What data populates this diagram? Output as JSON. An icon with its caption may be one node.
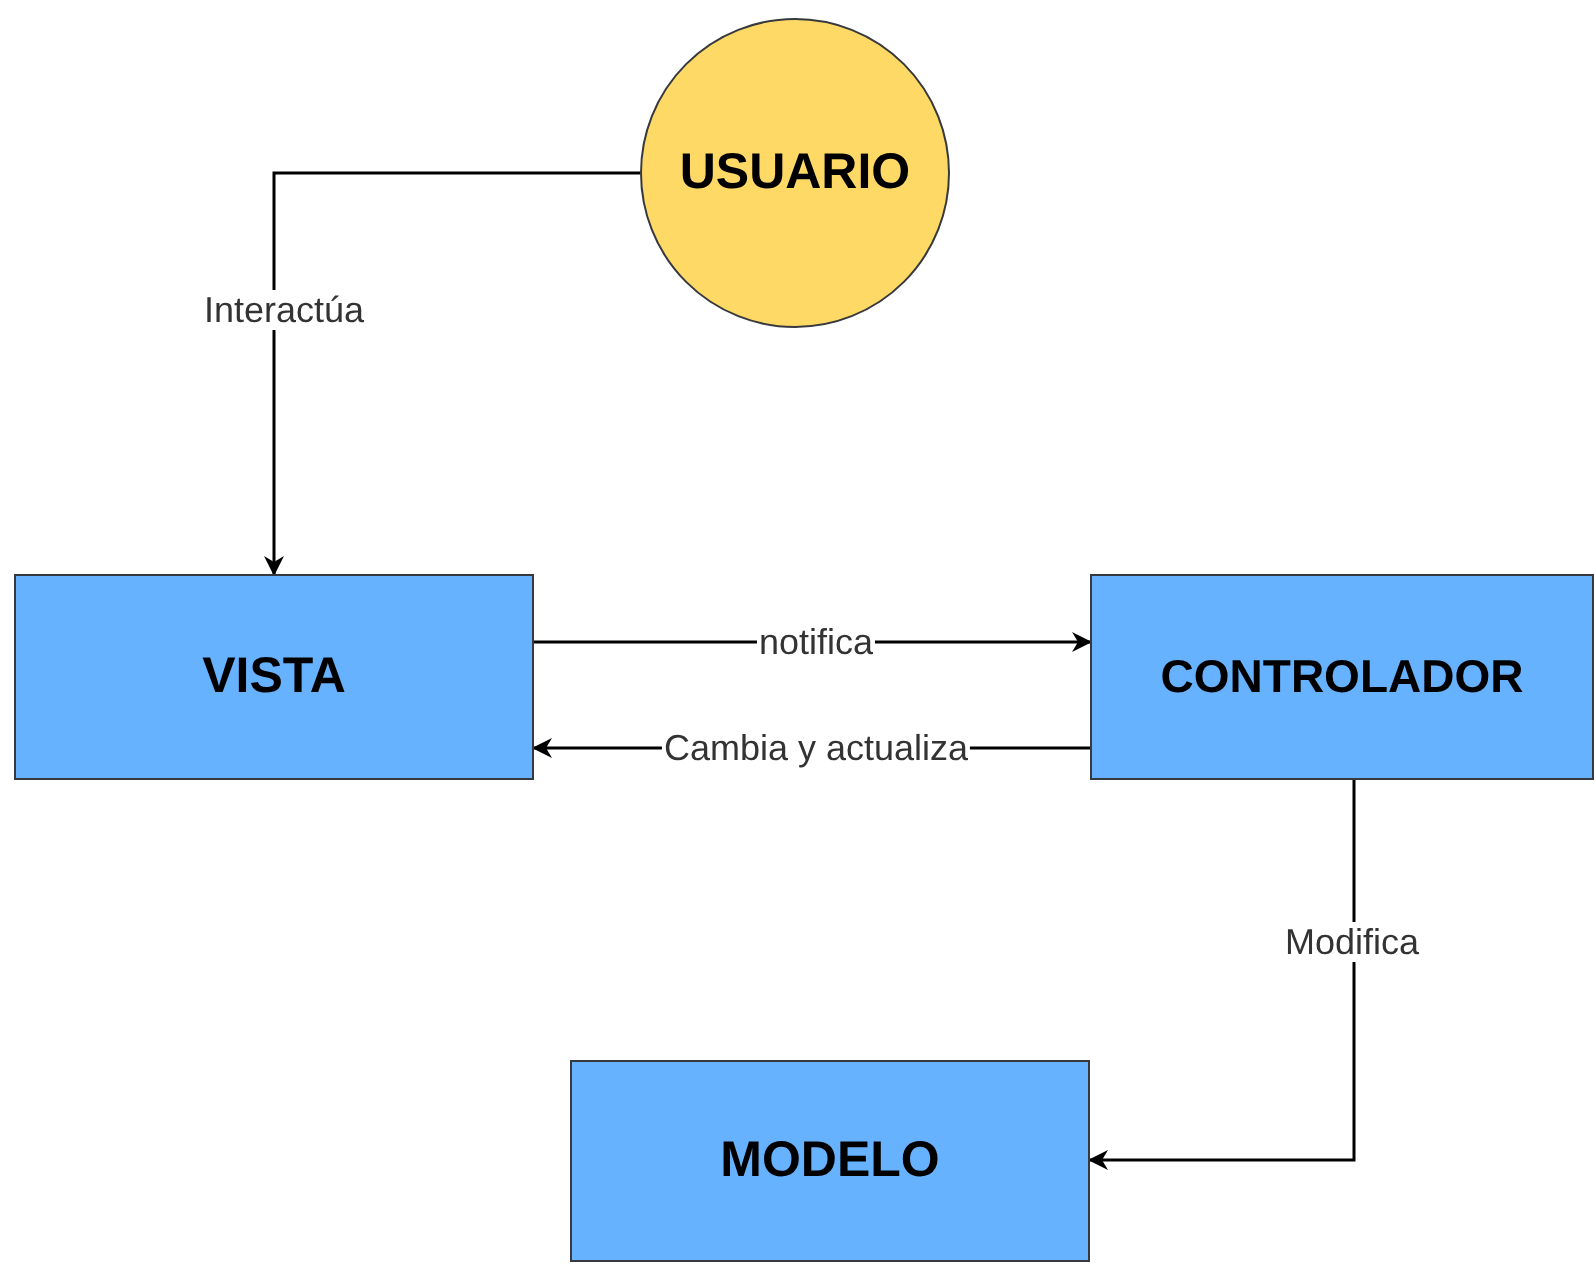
{
  "diagram": {
    "nodes": [
      {
        "text": [
          "USUARIO"
        ]
      },
      {
        "text": [
          "VISTA"
        ]
      },
      {
        "text": [
          "CONTROLADOR"
        ]
      },
      {
        "text": [
          "MODELO"
        ]
      }
    ],
    "edges": [
      {
        "from": 0,
        "to": 1,
        "arrow": "to",
        "label": "Interactúa"
      },
      {
        "from": 1,
        "to": 2,
        "arrow": "to",
        "label": "notifica"
      },
      {
        "from": 2,
        "to": 1,
        "arrow": "to",
        "label": "Cambia y actualiza"
      },
      {
        "from": 2,
        "to": 3,
        "arrow": "to",
        "label": "Modifica"
      }
    ]
  }
}
